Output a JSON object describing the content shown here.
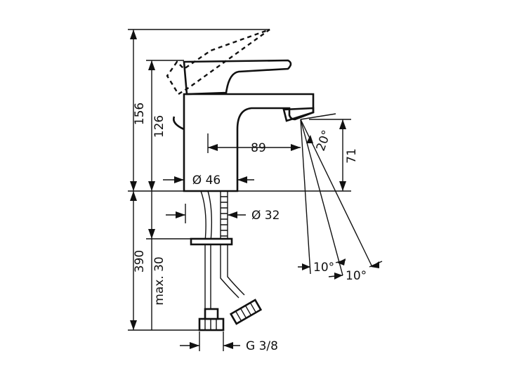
{
  "dimensions": {
    "total_height": "156",
    "body_height": "126",
    "spout_reach": "89",
    "spout_height": "71",
    "base_diameter": "Ø 46",
    "shank_diameter": "Ø 32",
    "below_counter": "390",
    "max_counter": "max. 30",
    "connection": "G 3/8",
    "angle_spout": "20°",
    "angle_a": "10°",
    "angle_b": "10°"
  },
  "colors": {
    "line": "#111111",
    "background": "#ffffff"
  }
}
